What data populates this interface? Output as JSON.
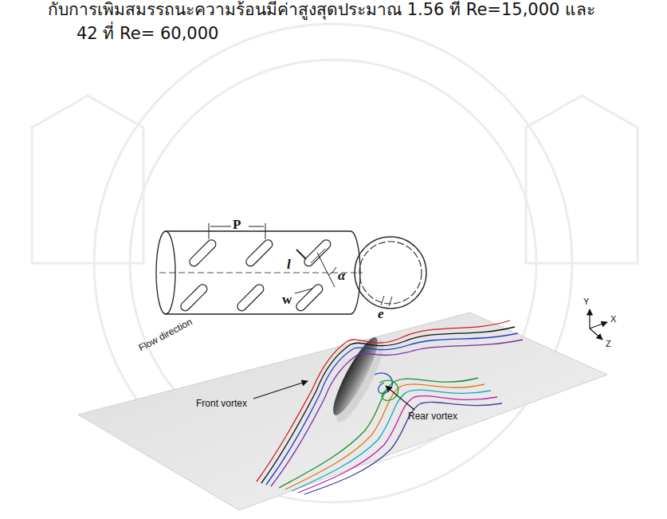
{
  "diagram": {
    "labels": [
      "กับการเพิ่มสมรรถนะความร้อนมีค่าสูงสุดประมาณ 1.56 ที่ Re=15,000 และ",
      "42 ที่ Re= 60,000",
      "P",
      "l",
      "α",
      "w",
      "e",
      "Flow direction",
      "Front vortex",
      "Rear vortex",
      "Y",
      "X",
      "Z"
    ]
  }
}
